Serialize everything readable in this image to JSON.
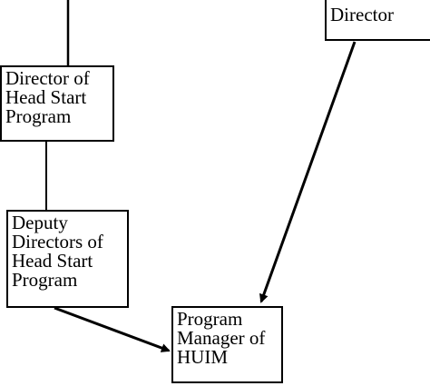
{
  "nodes": {
    "director": {
      "lines": [
        "Director"
      ]
    },
    "director_head_start": {
      "lines": [
        "Director of",
        "Head Start",
        "Program"
      ]
    },
    "deputy_directors": {
      "lines": [
        "Deputy",
        "Directors of",
        "Head Start",
        "Program"
      ]
    },
    "program_manager": {
      "lines": [
        "Program",
        "Manager of",
        "HUIM"
      ]
    }
  },
  "connections": [
    {
      "from": "above",
      "to": "director_head_start",
      "arrow": false
    },
    {
      "from": "director_head_start",
      "to": "deputy_directors",
      "arrow": false
    },
    {
      "from": "director",
      "to": "program_manager",
      "arrow": true
    },
    {
      "from": "deputy_directors",
      "to": "program_manager",
      "arrow": true
    }
  ],
  "colors": {
    "line": "#000000",
    "background": "#ffffff"
  }
}
